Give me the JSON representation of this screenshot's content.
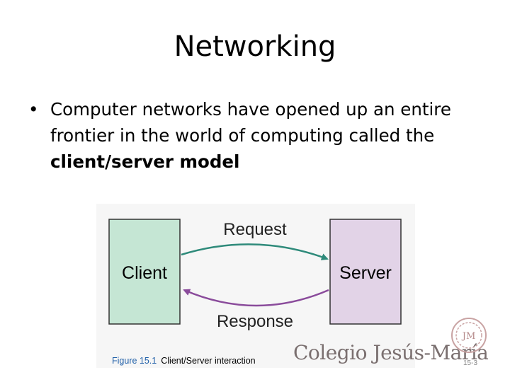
{
  "slide": {
    "title": "Networking",
    "bullet_symbol": "•",
    "bullet_text": "Computer networks have opened up an entire frontier in the world of computing called the ",
    "bullet_bold": "client/server model"
  },
  "figure": {
    "client_label": "Client",
    "server_label": "Server",
    "request_label": "Request",
    "response_label": "Response",
    "caption_number": "Figure 15.1",
    "caption_text": "Client/Server interaction"
  },
  "footer": {
    "logo_text": "Colegio Jesús-María",
    "seal_text": "JM",
    "page_number": "15-3"
  },
  "colors": {
    "client_fill": "#c5e6d4",
    "server_fill": "#e2d3e7",
    "request_arrow": "#2e8a7a",
    "response_arrow": "#8a4b9b"
  }
}
